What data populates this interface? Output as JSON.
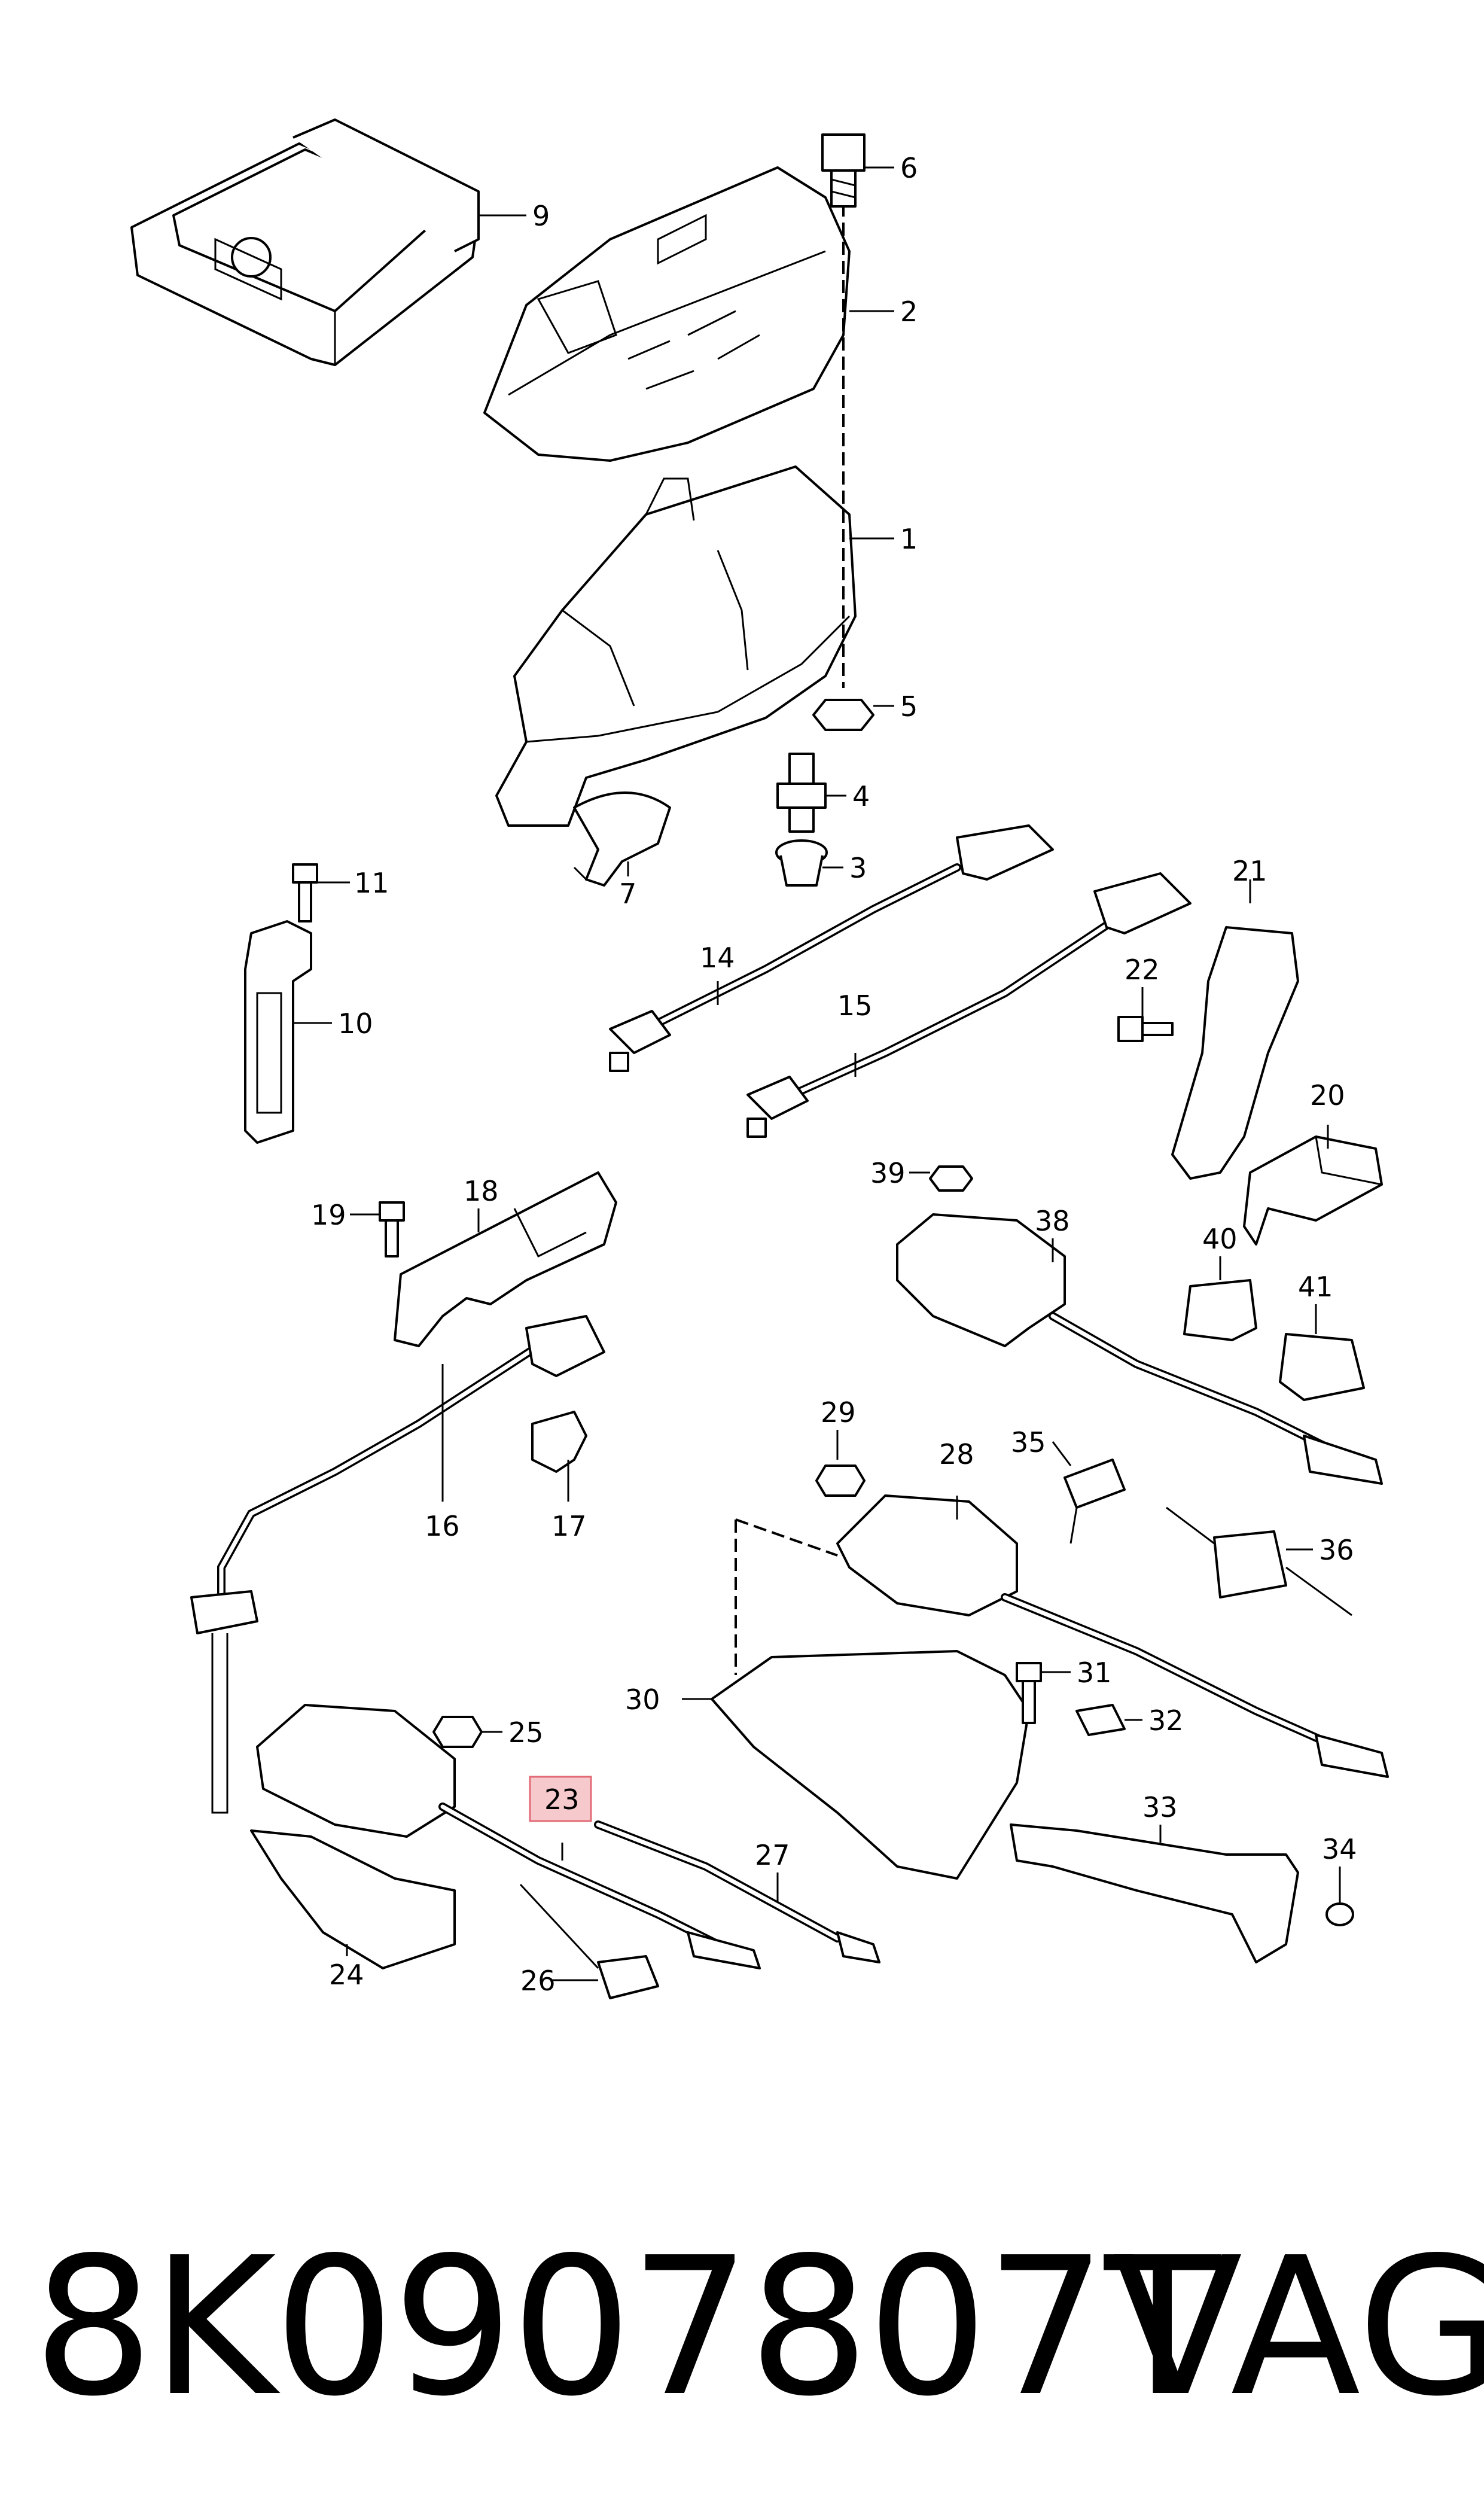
{
  "diagram": {
    "callouts": [
      "1",
      "2",
      "3",
      "4",
      "5",
      "6",
      "7",
      "9",
      "10",
      "11",
      "14",
      "15",
      "16",
      "17",
      "18",
      "19",
      "20",
      "21",
      "22",
      "23",
      "24",
      "25",
      "26",
      "27",
      "28",
      "29",
      "30",
      "31",
      "32",
      "33",
      "34",
      "35",
      "36",
      "38",
      "39",
      "40",
      "41"
    ],
    "highlighted_callout": "23",
    "highlight_color": "#f6c9cd",
    "highlight_border_color": "#e26b77"
  },
  "footer": {
    "part_number": "8K0907807T",
    "brand": "VAG"
  }
}
